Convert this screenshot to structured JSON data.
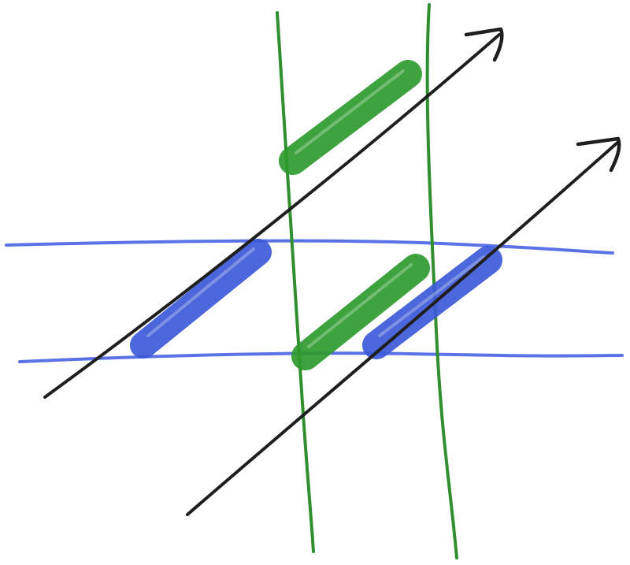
{
  "colors": {
    "horizontal_lines": "#5a72e6",
    "vertical_lines": "#2f8f2f",
    "arrows": "#1e1e1e",
    "blue_highlight": "#3c5ad8",
    "green_highlight": "#2e9a2e",
    "background": "#ffffff"
  },
  "elements": {
    "horizontal_lines": [
      "upper",
      "lower"
    ],
    "vertical_lines": [
      "left",
      "right"
    ],
    "arrows": [
      "upper",
      "lower"
    ],
    "highlights": [
      {
        "id": "blue-upper-left",
        "color": "blue"
      },
      {
        "id": "green-upper",
        "color": "green"
      },
      {
        "id": "green-center",
        "color": "green"
      },
      {
        "id": "blue-lower-right",
        "color": "blue"
      }
    ]
  }
}
